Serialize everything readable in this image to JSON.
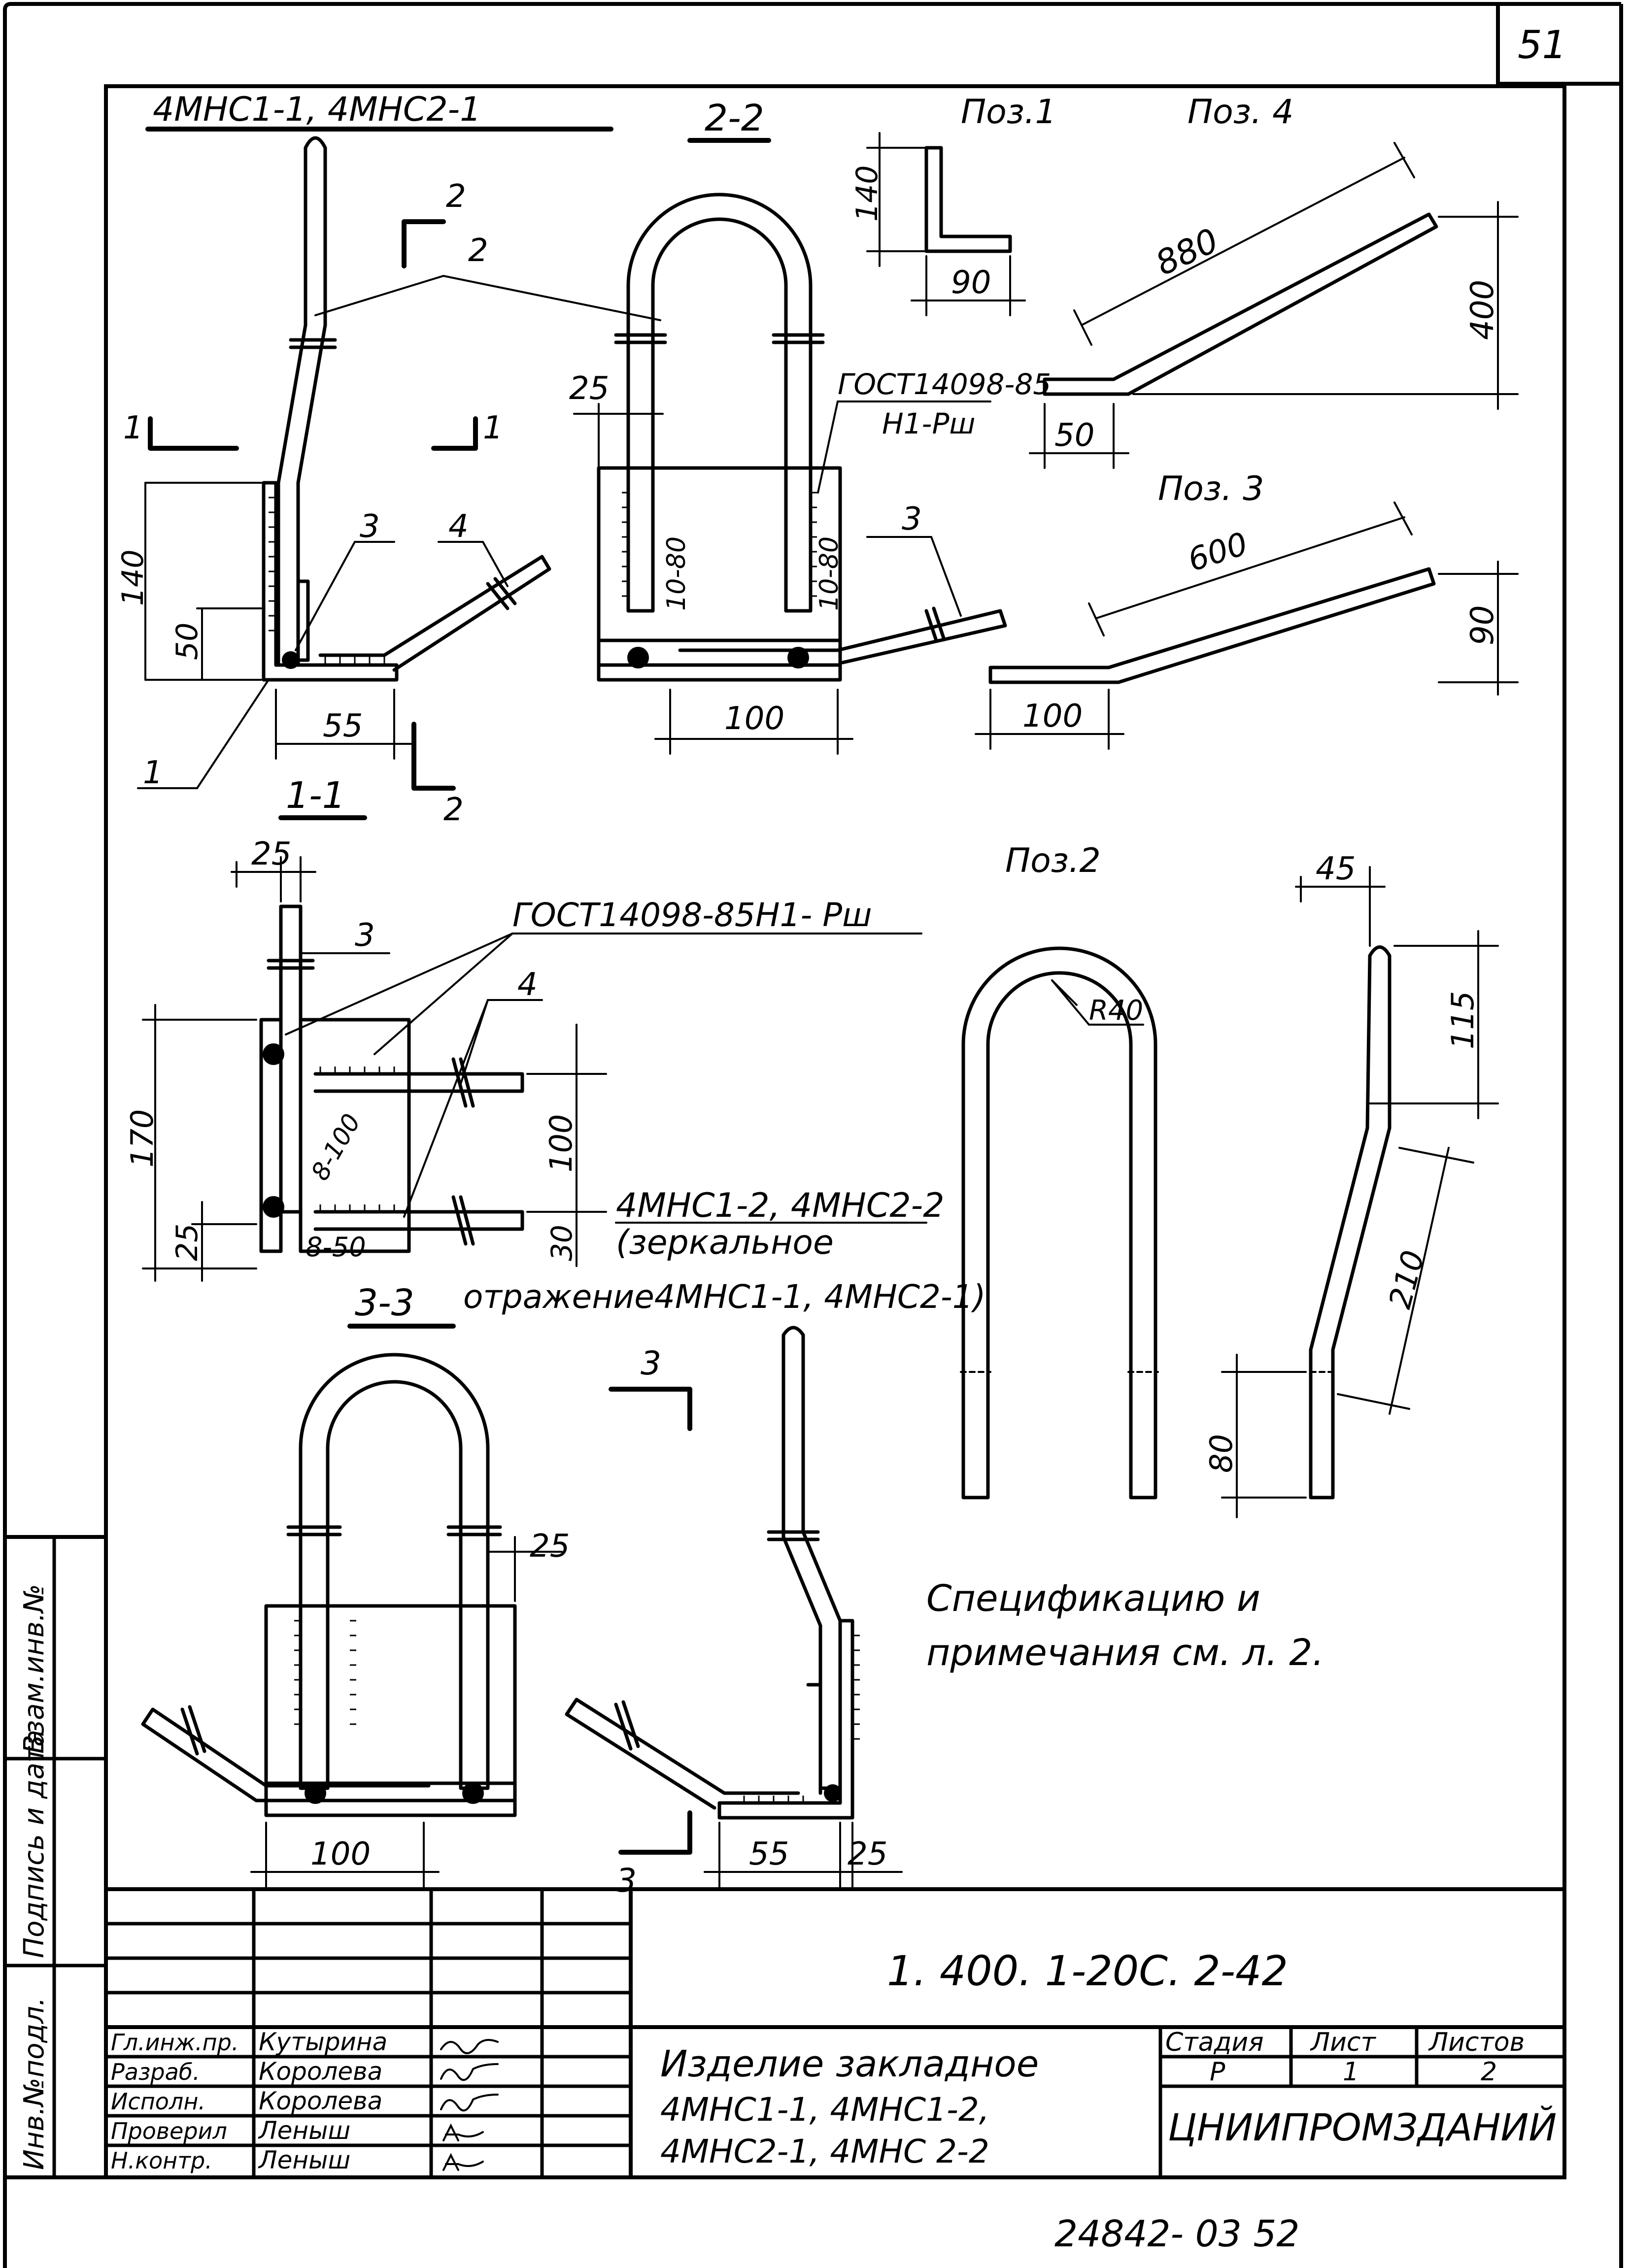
{
  "sheet": {
    "page_number": "51",
    "bottom_code": "24842- 03  52"
  },
  "title_block": {
    "document_code": "1. 400. 1-20С. 2-42",
    "item_title": "Изделие закладное",
    "item_names_line1": "4МНС1-1,   4МНС1-2,",
    "item_names_line2": "4МНС2-1,   4МНС 2-2",
    "organization": "ЦНИИПРОМЗДАНИЙ",
    "headers": {
      "stage": "Стадия",
      "sheet": "Лист",
      "sheets": "Листов"
    },
    "values": {
      "stage": "Р",
      "sheet": "1",
      "sheets": "2"
    },
    "staff": [
      {
        "role": "Гл.инж.пр.",
        "name": "Кутырина"
      },
      {
        "role": "Разраб.",
        "name": "Королева"
      },
      {
        "role": "Исполн.",
        "name": "Королева"
      },
      {
        "role": "Проверил",
        "name": "Леныш"
      },
      {
        "role": "Н.контр.",
        "name": "Леныш"
      }
    ]
  },
  "side_stamp": {
    "inv": "Инв.№подл.",
    "sign_date": "Подпись и дата",
    "replace": "Взам.инв.№"
  },
  "views": {
    "main_title": "4МНС1-1,  4МНС2-1",
    "sec22": "2-2",
    "sec11": "1-1",
    "sec33": "3-3",
    "cut_2": "2",
    "cut_1": "1",
    "cut_3": "3",
    "pos1": "Поз.1",
    "pos4": "Поз. 4",
    "pos3": "Поз. 3",
    "pos2": "Поз.2",
    "leader_1": "1",
    "leader_2": "2",
    "leader_3": "3",
    "leader_4": "4",
    "gost_22": "ГОСТ14098-85",
    "gost_22b": "Н1-Рш",
    "gost_11": "ГОСТ14098-85Н1- Рш",
    "mirror_1": "4МНС1-2, 4МНС2-2",
    "mirror_2": "(зеркальное",
    "mirror_3": "отражение4МНС1-1, 4МНС2-1)",
    "weld_10_80": "10-80",
    "weld_8_100": "8-100",
    "weld_8_50": "8-50",
    "radius": "R40"
  },
  "dims": {
    "d140": "140",
    "d50": "50",
    "d55": "55",
    "d25": "25",
    "d100": "100",
    "d90": "90",
    "d880": "880",
    "d400": "400",
    "d600": "600",
    "d170": "170",
    "d30": "30",
    "d45": "45",
    "d115": "115",
    "d210": "210",
    "d80": "80"
  },
  "notes": {
    "line1": "Спецификацию и",
    "line2": "примечания см. л. 2."
  }
}
